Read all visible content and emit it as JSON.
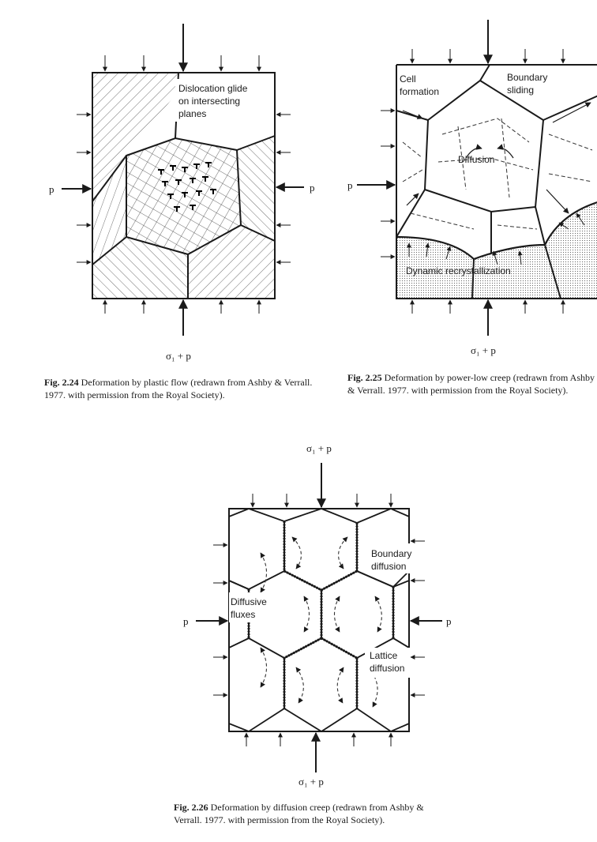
{
  "figures": [
    {
      "id": "fig-2-24",
      "labels": {
        "annotation_1": "Dislocation glide",
        "annotation_2": "on intersecting",
        "annotation_3": "planes",
        "left_pressure": "p",
        "right_pressure": "p",
        "bottom_stress": "σ₁ + p"
      },
      "caption_number": "Fig. 2.24",
      "caption_text": "Deformation by plastic flow (redrawn from Ashby & Verrall. 1977. with permission from the Royal Society)."
    },
    {
      "id": "fig-2-25",
      "labels": {
        "cell_1": "Cell",
        "cell_2": "formation",
        "boundary_1": "Boundary",
        "boundary_2": "sliding",
        "diffusion": "Diffusion",
        "recrystallization": "Dynamic recrystallization",
        "left_pressure": "p",
        "bottom_stress": "σ₁ + p"
      },
      "caption_number": "Fig. 2.25",
      "caption_text": "Deformation by power-low creep (redrawn from Ashby & Verrall. 1977. with permission from the Royal Society)."
    },
    {
      "id": "fig-2-26",
      "labels": {
        "top_stress": "σ₁ + p",
        "boundary_1": "Boundary",
        "boundary_2": "diffusion",
        "fluxes_1": "Diffusive",
        "fluxes_2": "fluxes",
        "lattice_1": "Lattice",
        "lattice_2": "diffusion",
        "left_pressure": "p",
        "right_pressure": "p",
        "bottom_stress": "σ₁ + p"
      },
      "caption_number": "Fig. 2.26",
      "caption_text": "Deformation by diffusion creep (redrawn from Ashby & Verrall. 1977. with permission from the Royal Society)."
    }
  ]
}
